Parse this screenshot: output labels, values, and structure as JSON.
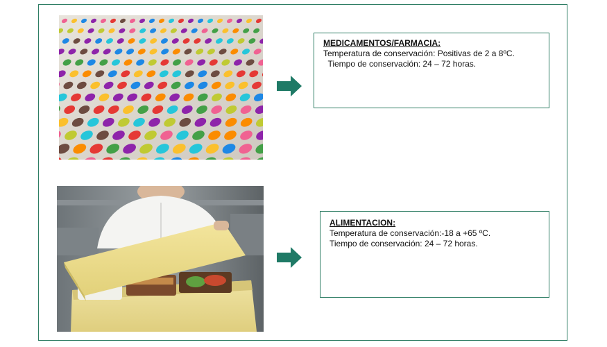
{
  "sections": [
    {
      "title": "MEDICAMENTOS/FARMACIA:",
      "temperature": "Temperatura de conservación: Positivas de 2 a 8ºC.",
      "time": "  Tiempo de conservación: 24 – 72 horas."
    },
    {
      "title": "ALIMENTACION:",
      "temperature": "Temperatura de conservación:-18 a +65 ºC.",
      "time": "Tiempo de conservación: 24 – 72 horas."
    }
  ],
  "colors": {
    "accent": "#2e7d64",
    "arrow": "#1f7a66"
  },
  "icons": {
    "arrow": "right-arrow-icon"
  }
}
